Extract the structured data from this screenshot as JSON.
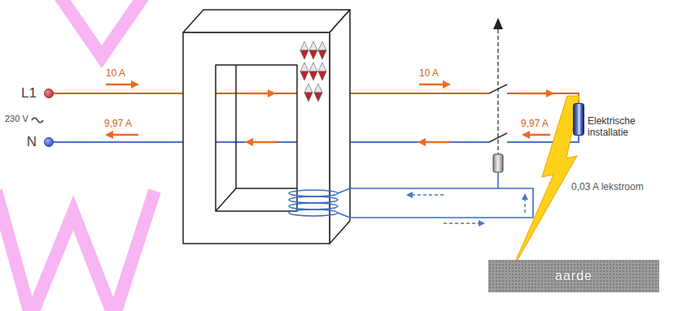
{
  "diagram": {
    "nodes": [
      {
        "text": [
          "L1"
        ]
      },
      {
        "text": [
          "N"
        ]
      },
      {
        "text": [
          "Elektrische installatie"
        ]
      },
      {
        "text": [
          "aarde"
        ]
      }
    ],
    "edges": [
      {
        "from": 0,
        "to": 2,
        "arrow": "none"
      },
      {
        "from": 1,
        "to": 2,
        "arrow": "none"
      }
    ],
    "labels": [
      "10 A",
      "230 V",
      "9,97 A",
      "10 A",
      "9,97 A",
      "0,03 A lekstroom"
    ]
  }
}
